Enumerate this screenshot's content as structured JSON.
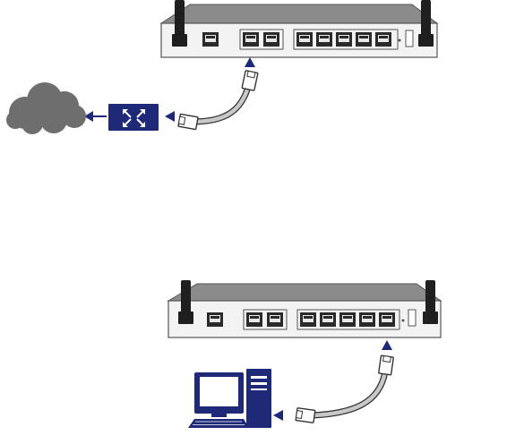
{
  "figure": {
    "kind": "network-connection-diagram",
    "colors": {
      "router_body": "#f3f3f3",
      "router_top": "#8b8b8b",
      "router_outline": "#555555",
      "antenna": "#1f1f1f",
      "port": "#2a2a2a",
      "port_pins": "#e8e8e8",
      "arrow_navy": "#1e2a78",
      "device_navy": "#1e2a78",
      "cloud": "#6e6e6e",
      "cable": "#9a9a9a",
      "plug": "#ffffff"
    },
    "icons": {
      "top_router": "router-icon",
      "bottom_router": "router-icon",
      "internet": "cloud-icon",
      "network_device": "switch-icon",
      "computer": "desktop-computer-icon",
      "top_cable": "ethernet-cable-icon",
      "bottom_cable": "ethernet-cable-icon"
    },
    "top_router": {
      "wan_port_count": 1,
      "middle_port_count": 2,
      "lan_port_count": 5,
      "connected_group": "middle"
    },
    "bottom_router": {
      "wan_port_count": 1,
      "middle_port_count": 2,
      "lan_port_count": 5,
      "connected_group": "lan-last"
    }
  }
}
